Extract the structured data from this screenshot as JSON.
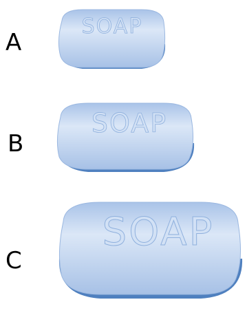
{
  "colors": {
    "soap_top_light": "#dbe7f7",
    "soap_top_mid": "#b3cceb",
    "soap_edge": "#8fb0dd",
    "soap_bottom": "#4f80bf",
    "label_text": "#000000"
  },
  "soaps": [
    {
      "label": "A",
      "text": "SOAP"
    },
    {
      "label": "B",
      "text": "SOAP"
    },
    {
      "label": "C",
      "text": "SOAP"
    }
  ]
}
